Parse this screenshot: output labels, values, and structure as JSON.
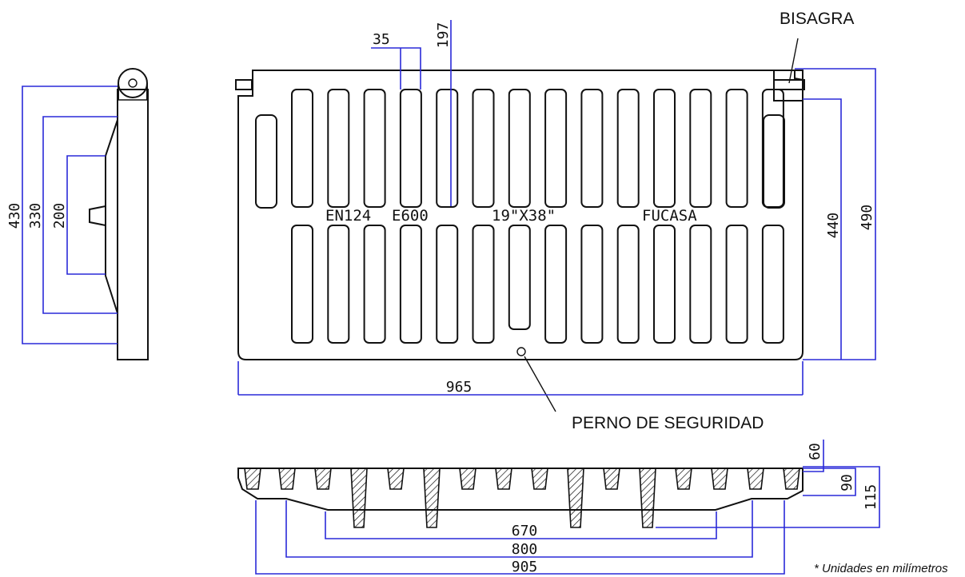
{
  "plan_view": {
    "markings": [
      "EN124",
      "E600",
      "19\"X38\"",
      "FUCASA"
    ],
    "dims": {
      "width": "965",
      "height_outer": "490",
      "height_inner": "440",
      "slot_width": "35",
      "slot_height": "197"
    }
  },
  "side_view": {
    "dims": [
      "430",
      "330",
      "200"
    ]
  },
  "section_view": {
    "dims": {
      "top": "60",
      "rim": "90",
      "total": "115",
      "d670": "670",
      "d800": "800",
      "d905": "905"
    }
  },
  "labels": {
    "hinge": "BISAGRA",
    "bolt": "PERNO DE SEGURIDAD"
  },
  "note": "* Unidades en milímetros",
  "colors": {
    "dimension": "#2a2ad8",
    "ink": "#111111"
  }
}
